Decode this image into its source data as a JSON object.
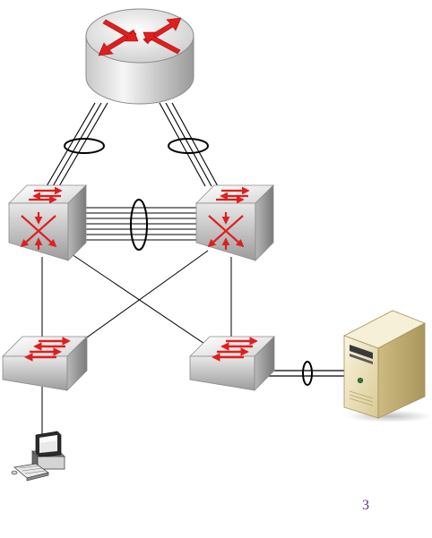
{
  "page": {
    "number": "3"
  },
  "colors": {
    "device_fill_light": "#f4f4f4",
    "device_fill_dark": "#a8a8a8",
    "arrow_red": "#e11e1e",
    "server_beige": "#ece0ba",
    "line": "#000000",
    "page_number": "#5b2d91"
  },
  "nodes": [
    {
      "id": "router",
      "kind": "router",
      "icon": "router-icon"
    },
    {
      "id": "core-switch-left",
      "kind": "layer3-switch",
      "icon": "layer3-switch-icon"
    },
    {
      "id": "core-switch-right",
      "kind": "layer3-switch",
      "icon": "layer3-switch-icon"
    },
    {
      "id": "access-switch-left",
      "kind": "switch",
      "icon": "switch-icon"
    },
    {
      "id": "access-switch-right",
      "kind": "switch",
      "icon": "switch-icon"
    },
    {
      "id": "workstation",
      "kind": "pc",
      "icon": "desktop-computer-icon"
    },
    {
      "id": "server",
      "kind": "server",
      "icon": "tower-server-icon"
    }
  ],
  "links": [
    {
      "from": "router",
      "to": "core-switch-left",
      "aggregated": true
    },
    {
      "from": "router",
      "to": "core-switch-right",
      "aggregated": true
    },
    {
      "from": "core-switch-left",
      "to": "core-switch-right",
      "aggregated": true
    },
    {
      "from": "core-switch-left",
      "to": "access-switch-left",
      "aggregated": false
    },
    {
      "from": "core-switch-left",
      "to": "access-switch-right",
      "aggregated": false
    },
    {
      "from": "core-switch-right",
      "to": "access-switch-left",
      "aggregated": false
    },
    {
      "from": "core-switch-right",
      "to": "access-switch-right",
      "aggregated": false
    },
    {
      "from": "access-switch-left",
      "to": "workstation",
      "aggregated": false
    },
    {
      "from": "access-switch-right",
      "to": "server",
      "aggregated": true
    }
  ]
}
